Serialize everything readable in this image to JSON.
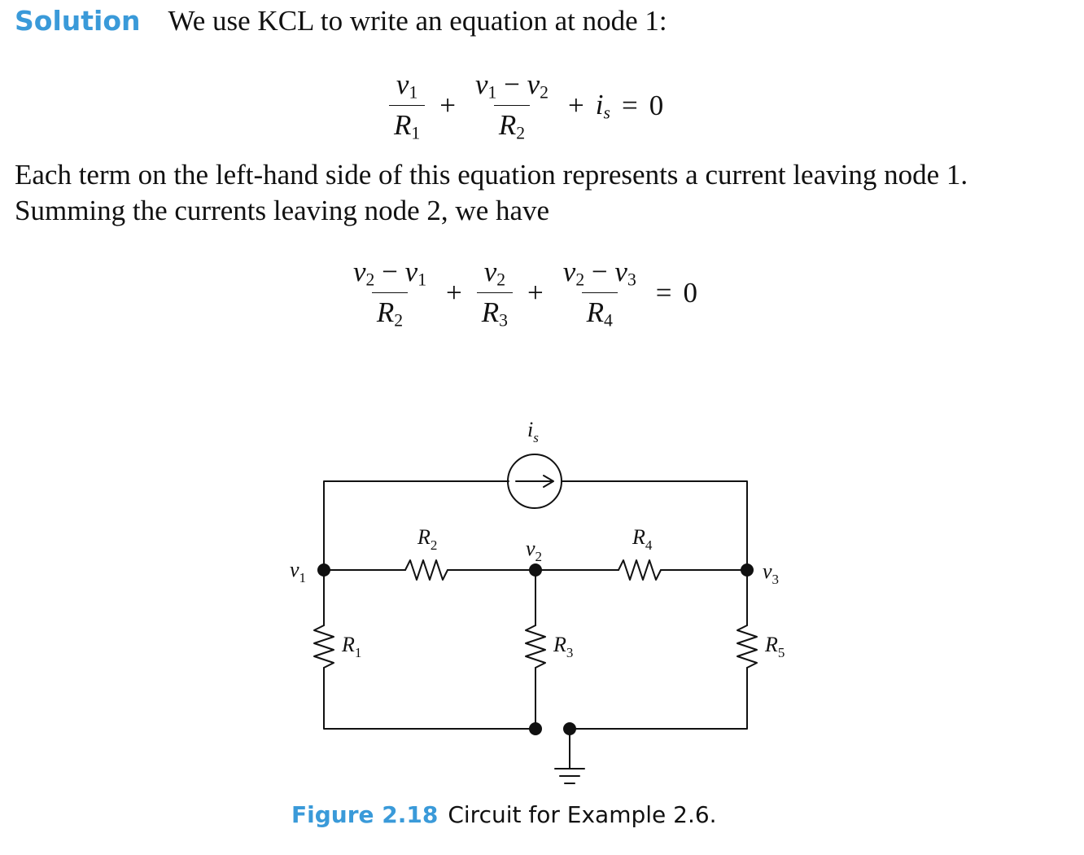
{
  "solution": {
    "label": "Solution",
    "intro": "We use KCL to write an equation at node 1:"
  },
  "eq1": {
    "term1_num": "v",
    "term1_num_sub": "1",
    "term1_den": "R",
    "term1_den_sub": "1",
    "op1": "+",
    "term2_num_a": "v",
    "term2_num_a_sub": "1",
    "term2_num_minus": "−",
    "term2_num_b": "v",
    "term2_num_b_sub": "2",
    "term2_den": "R",
    "term2_den_sub": "2",
    "op2": "+",
    "term3": "i",
    "term3_sub": "s",
    "equals": "=",
    "rhs": "0"
  },
  "paragraph": {
    "line1": "Each term on the left-hand side of this equation represents a current leaving node 1.",
    "line2": "Summing the currents leaving node 2, we have"
  },
  "eq2": {
    "t1_num_a": "v",
    "t1_num_a_sub": "2",
    "t1_minus": "−",
    "t1_num_b": "v",
    "t1_num_b_sub": "1",
    "t1_den": "R",
    "t1_den_sub": "2",
    "op1": "+",
    "t2_num": "v",
    "t2_num_sub": "2",
    "t2_den": "R",
    "t2_den_sub": "3",
    "op2": "+",
    "t3_num_a": "v",
    "t3_num_a_sub": "2",
    "t3_minus": "−",
    "t3_num_b": "v",
    "t3_num_b_sub": "3",
    "t3_den": "R",
    "t3_den_sub": "4",
    "equals": "=",
    "rhs": "0"
  },
  "circuit": {
    "source_label": "i",
    "source_label_sub": "s",
    "node1_label": "v",
    "node1_label_sub": "1",
    "node2_label": "v",
    "node2_label_sub": "2",
    "node3_label": "v",
    "node3_label_sub": "3",
    "r1_label": "R",
    "r1_sub": "1",
    "r2_label": "R",
    "r2_sub": "2",
    "r3_label": "R",
    "r3_sub": "3",
    "r4_label": "R",
    "r4_sub": "4",
    "r5_label": "R",
    "r5_sub": "5"
  },
  "caption": {
    "number": "Figure 2.18",
    "text": "Circuit for Example 2.6."
  },
  "colors": {
    "accent": "#3a9ad9",
    "ink": "#111111"
  }
}
